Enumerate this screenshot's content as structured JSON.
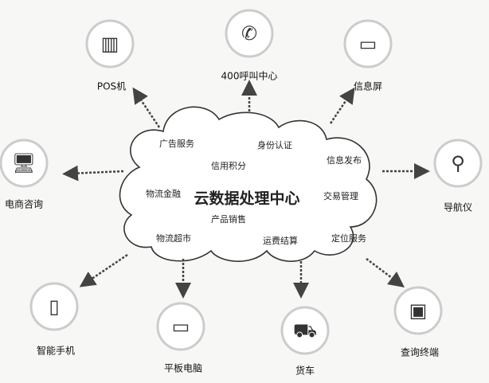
{
  "center": {
    "title": "云数据处理中心",
    "services": [
      "广告服务",
      "身份认证",
      "信用积分",
      "信息发布",
      "物流金融",
      "交易管理",
      "产品销售",
      "物流超市",
      "运费结算",
      "定位服务"
    ]
  },
  "nodes": [
    {
      "label": "POS机",
      "icon": "pos-terminal-icon"
    },
    {
      "label": "400呼叫中心",
      "icon": "phone-icon"
    },
    {
      "label": "信息屏",
      "icon": "monitor-icon"
    },
    {
      "label": "电商咨询",
      "icon": "desktop-computer-icon"
    },
    {
      "label": "导航仪",
      "icon": "location-pin-icon"
    },
    {
      "label": "智能手机",
      "icon": "smartphone-icon"
    },
    {
      "label": "平板电脑",
      "icon": "tablet-icon"
    },
    {
      "label": "货车",
      "icon": "truck-icon"
    },
    {
      "label": "查询终端",
      "icon": "kiosk-icon"
    }
  ]
}
